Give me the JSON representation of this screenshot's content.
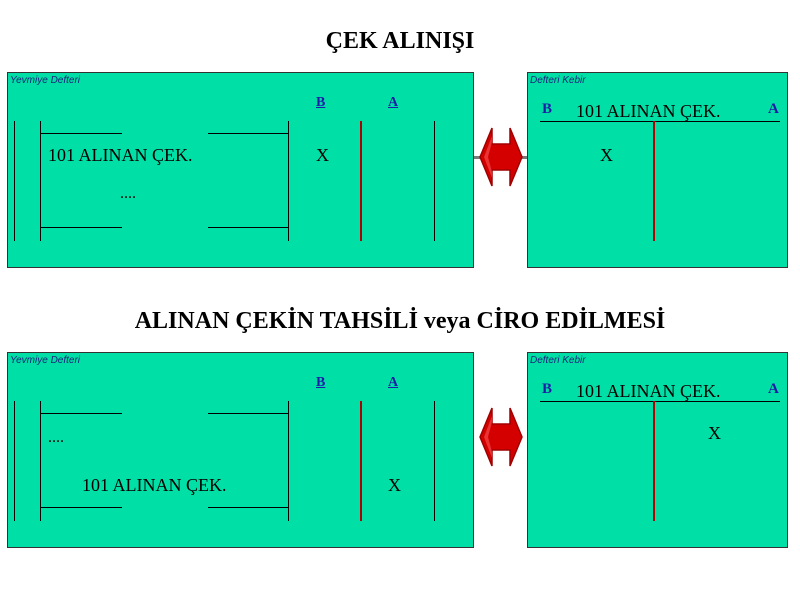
{
  "section1": {
    "title": "ÇEK ALINIŞI",
    "journal": {
      "label": "Yevmiye Defteri",
      "col_b": "B",
      "col_a": "A",
      "account": "101 ALINAN ÇEK.",
      "dots": "....",
      "debit": "X"
    },
    "ledger": {
      "label": "Defteri Kebir",
      "b": "B",
      "a": "A",
      "account": "101 ALINAN ÇEK.",
      "debit": "X"
    }
  },
  "section2": {
    "title": "ALINAN ÇEKİN TAHSİLİ veya CİRO EDİLMESİ",
    "journal": {
      "label": "Yevmiye Defteri",
      "col_b": "B",
      "col_a": "A",
      "dots": "....",
      "account": "101 ALINAN ÇEK.",
      "credit": "X"
    },
    "ledger": {
      "label": "Defteri Kebir",
      "b": "B",
      "a": "A",
      "account": "101 ALINAN ÇEK.",
      "credit": "X"
    }
  },
  "colors": {
    "panel_bg": "#00dfa6",
    "arrow_fill": "#d40000",
    "header_text": "#1c1ca8",
    "column_line": "#b00000"
  },
  "icons": {
    "arrow": "double-headed-arrow-icon"
  }
}
